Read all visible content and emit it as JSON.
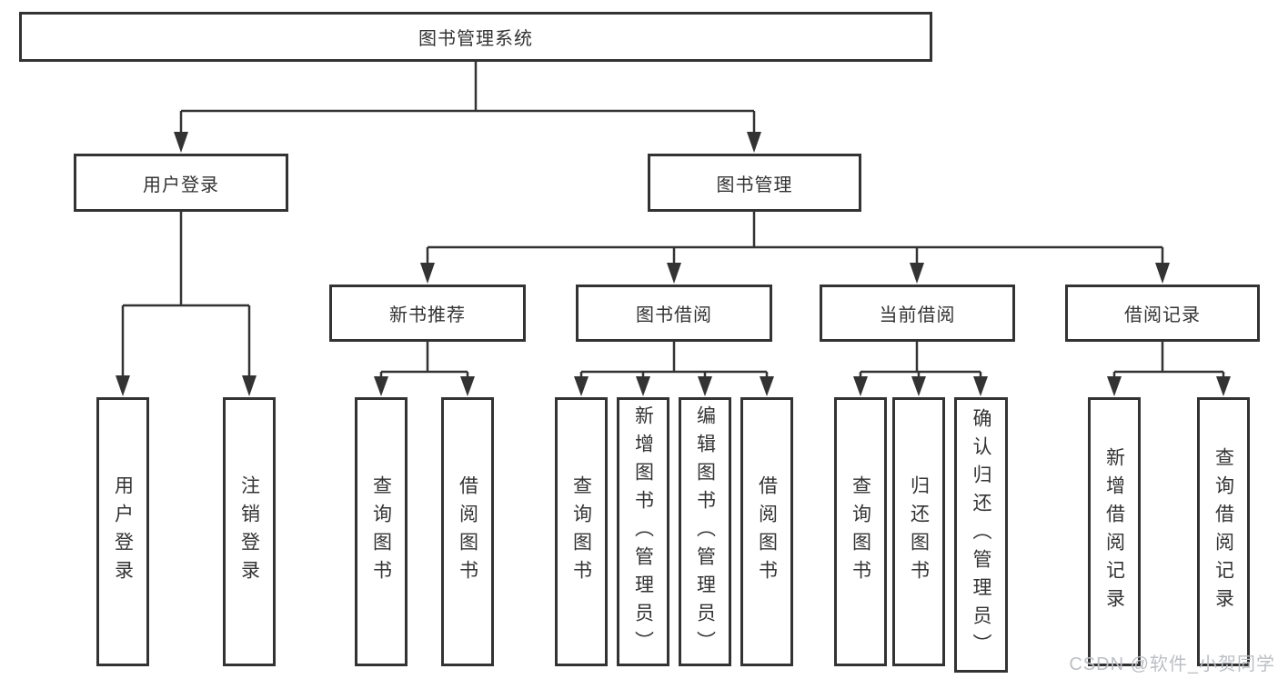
{
  "tree": {
    "root": "图书管理系统",
    "level2": [
      "用户登录",
      "图书管理"
    ],
    "level3": [
      "新书推荐",
      "图书借阅",
      "当前借阅",
      "借阅记录"
    ],
    "leaves": {
      "login": [
        "用户登录",
        "注销登录"
      ],
      "recommend": [
        "查询图书",
        "借阅图书"
      ],
      "borrow": [
        "查询图书",
        "新增图书（管理员）",
        "编辑图书（管理员）",
        "借阅图书"
      ],
      "current": [
        "查询图书",
        "归还图书",
        "确认归还（管理员）"
      ],
      "records": [
        "新增借阅记录",
        "查询借阅记录"
      ]
    }
  },
  "watermark": {
    "text": "CSDN @软件_小贺同学"
  },
  "colors": {
    "line": "#333333",
    "box_border": "#333333",
    "text": "#333333",
    "watermark": "#bcbfc3",
    "background": "#ffffff"
  }
}
